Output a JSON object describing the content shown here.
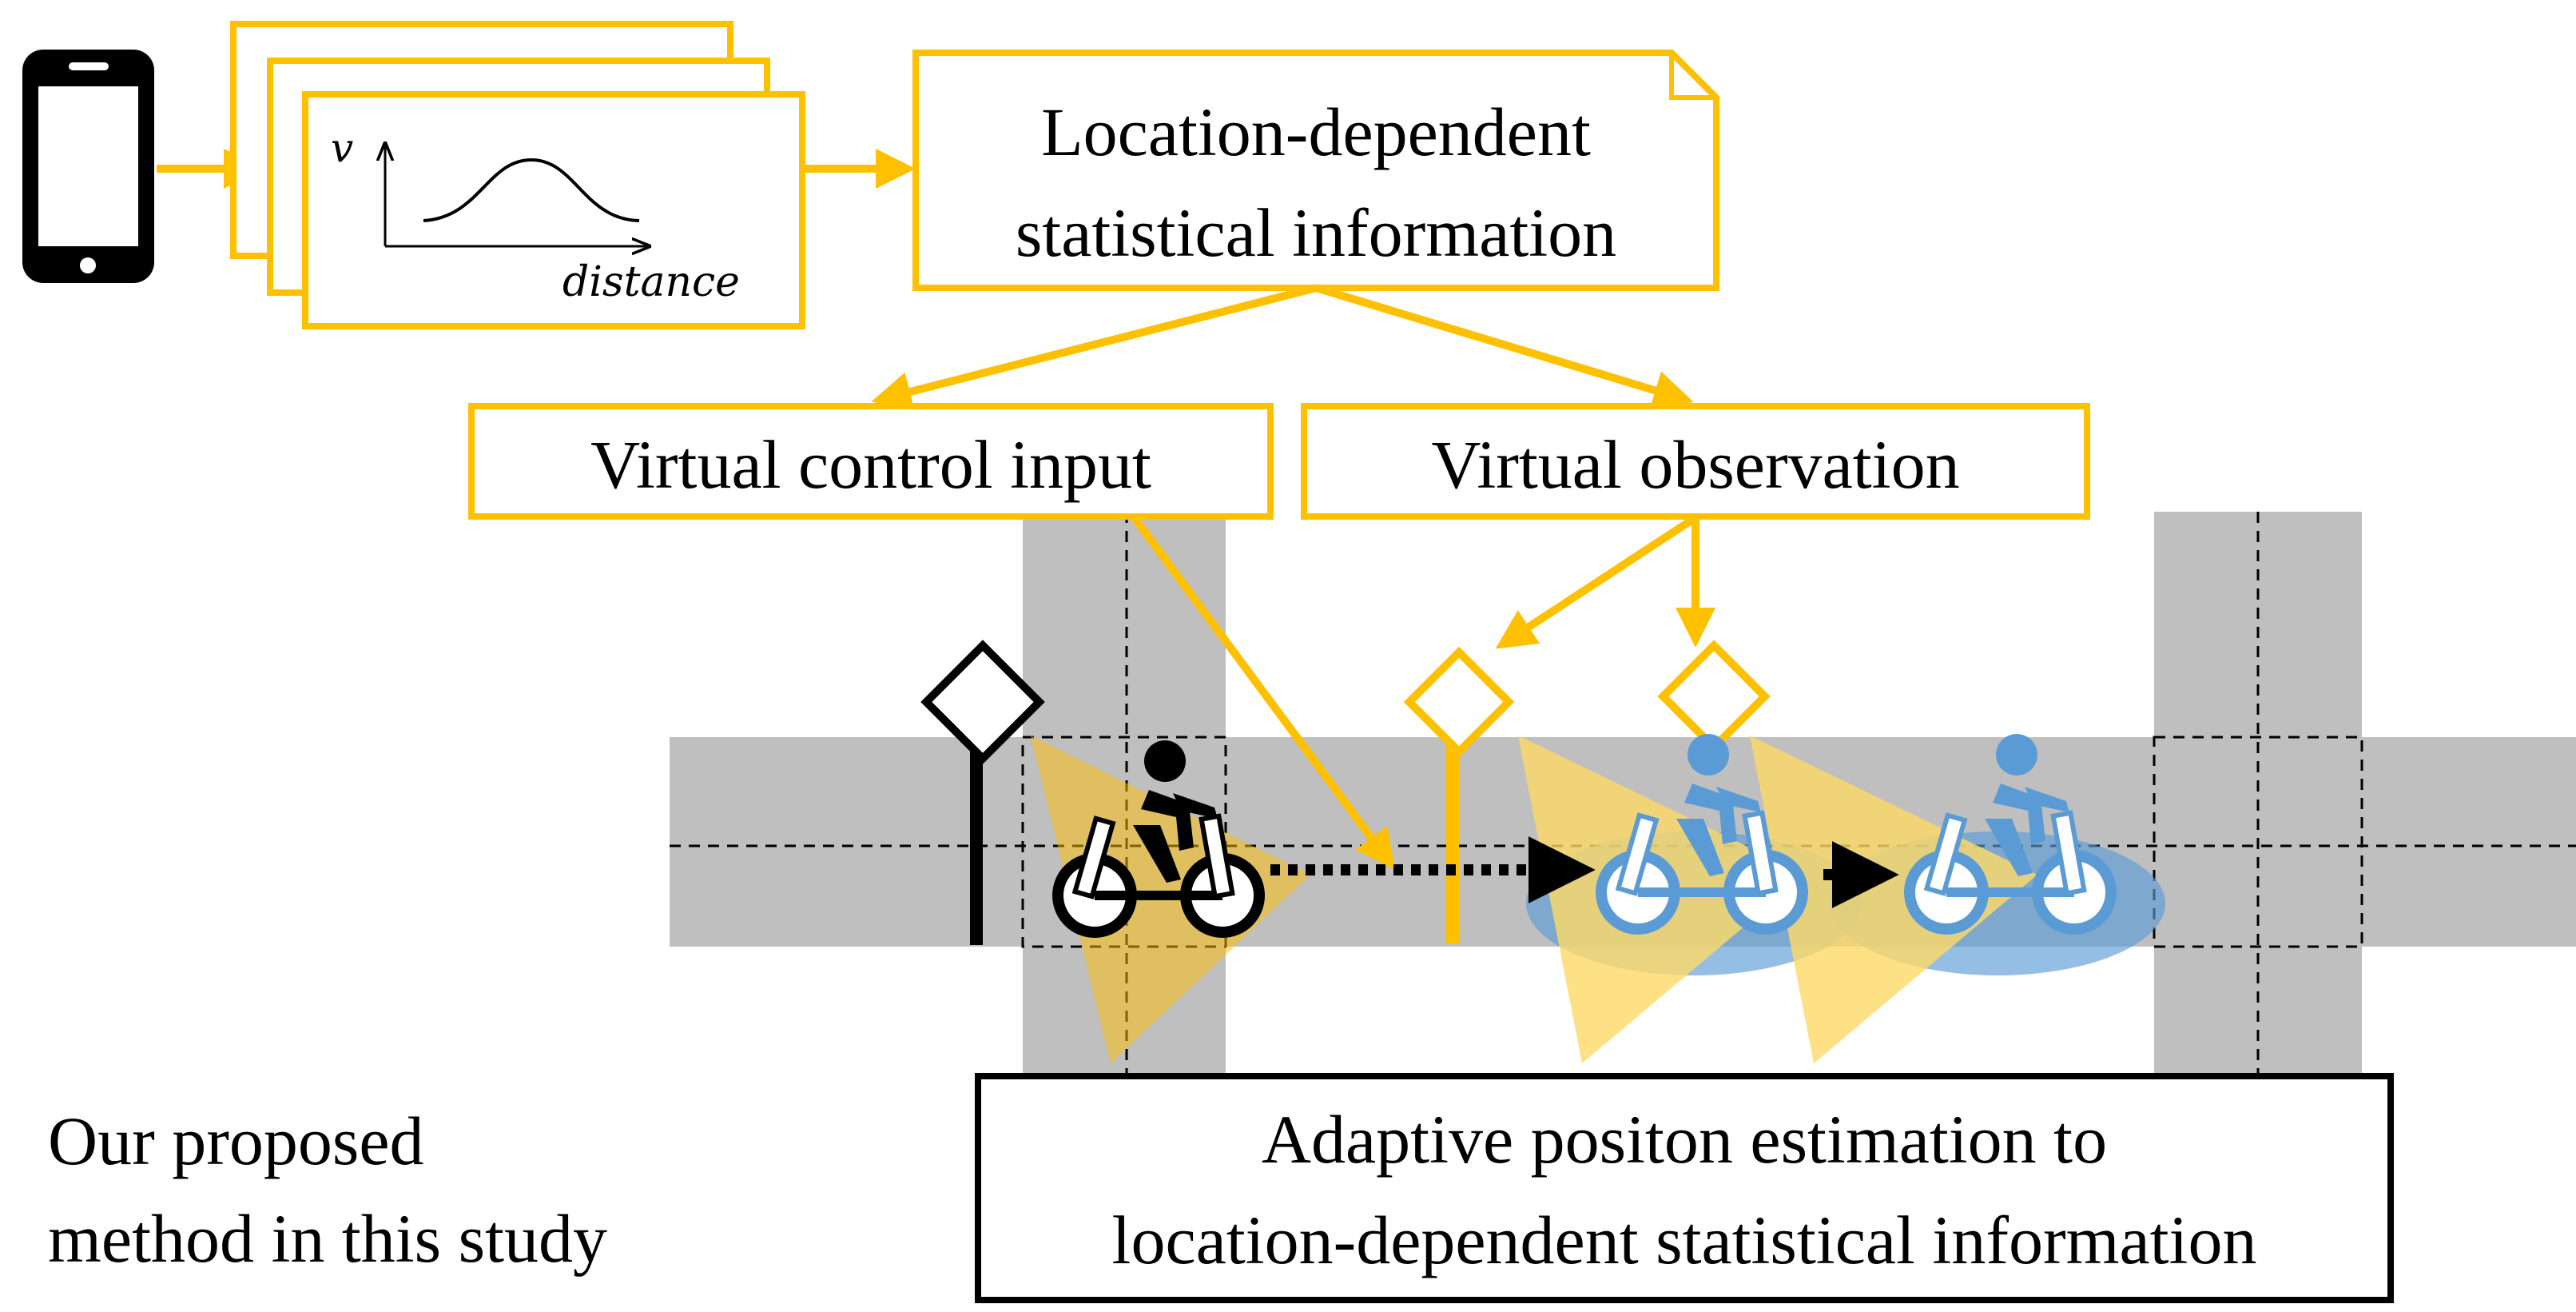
{
  "colors": {
    "accent_yellow": "#FFC000",
    "road_gray": "#BFBFBF",
    "estimate_blue": "#5B9BD5",
    "sensor_cone": "#FFD966",
    "text": "#000000"
  },
  "icons": {
    "device": "smartphone-icon",
    "cyclist_actual": "cyclist-icon",
    "cyclist_estimate": "cyclist-estimate-icon",
    "beacon": "diamond-sign-icon"
  },
  "profile_card": {
    "y_axis_label": "v",
    "x_axis_label": "distance"
  },
  "info_box": {
    "line1": "Location-dependent",
    "line2": "statistical information"
  },
  "control_box": {
    "label": "Virtual control input"
  },
  "observation_box": {
    "label": "Virtual observation"
  },
  "caption_left": {
    "line1": "Our proposed",
    "line2": "method in this study"
  },
  "result_box": {
    "line1": "Adaptive positon estimation to",
    "line2": "location-dependent statistical information"
  }
}
